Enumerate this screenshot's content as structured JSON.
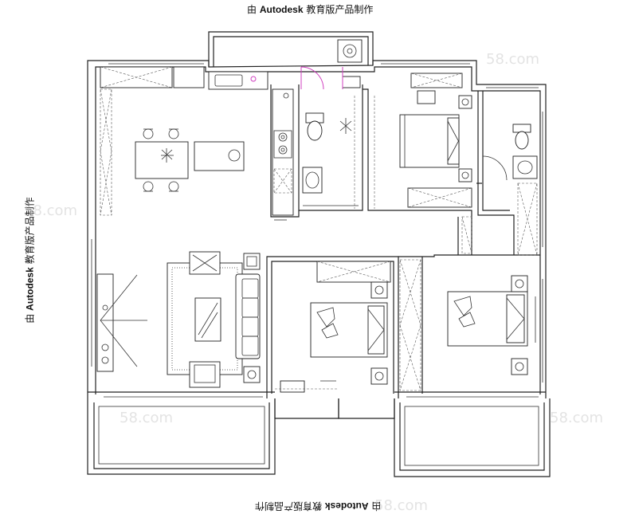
{
  "watermark": {
    "prefix": "由",
    "brand": "Autodesk",
    "suffix": "教育版产品制作"
  },
  "background_watermark": "58.com"
}
